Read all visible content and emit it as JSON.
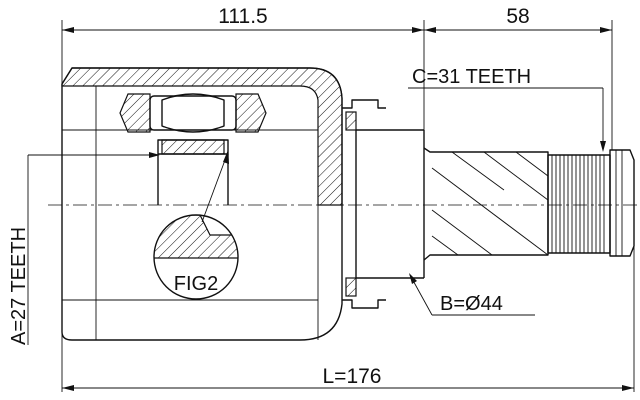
{
  "dimensions": {
    "overall_length": "L=176",
    "housing_length": "111.5",
    "stem_length": "58"
  },
  "specs": {
    "inner_teeth": "A=27 TEETH",
    "outer_teeth": "C=31 TEETH",
    "seal_diameter": "B=Ø44"
  },
  "figure_label": "FIG2",
  "colors": {
    "line": "#111111",
    "background": "#ffffff"
  }
}
